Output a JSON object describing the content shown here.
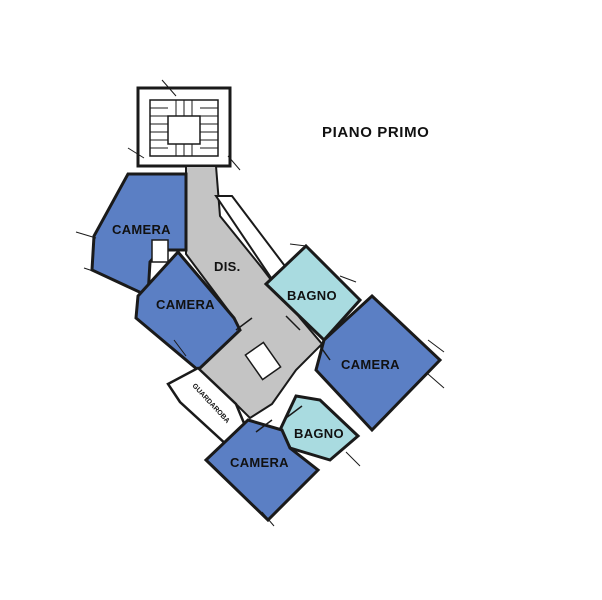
{
  "title": "PIANO PRIMO",
  "rooms": {
    "camera_1": "CAMERA",
    "camera_2": "CAMERA",
    "camera_3": "CAMERA",
    "camera_4": "CAMERA",
    "bagno_1": "BAGNO",
    "bagno_2": "BAGNO",
    "dis": "DIS.",
    "guardaroba": "GUARDAROBA"
  },
  "colors": {
    "camera": "#5b7fc4",
    "bagno": "#a9dbe0",
    "corridor": "#c4c4c4",
    "wall": "#1a1a1a"
  }
}
